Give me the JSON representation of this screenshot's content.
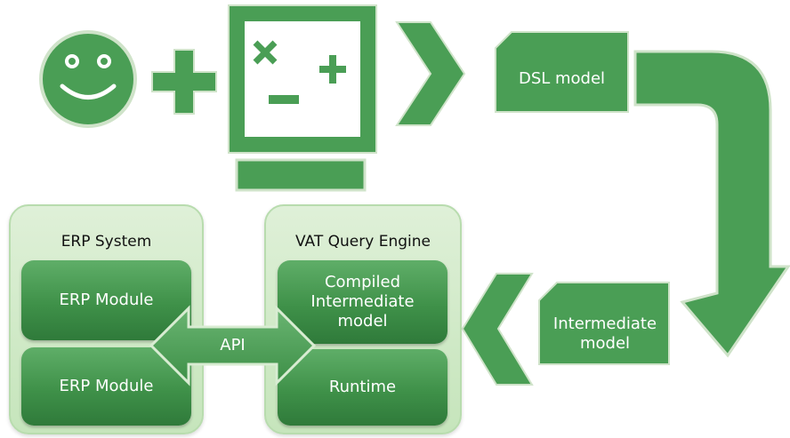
{
  "colors": {
    "primary_green": "#4a9e55",
    "dark_green": "#2f7a3a",
    "light_green_bg": "#d4ecc9"
  },
  "dsl_model": {
    "label": "DSL model"
  },
  "intermediate_model": {
    "label": "Intermediate model"
  },
  "erp_system": {
    "title": "ERP System",
    "modules": [
      "ERP Module",
      "ERP Module"
    ]
  },
  "vat_query_engine": {
    "title": "VAT Query Engine",
    "compiled_label": "Compiled Intermediate model",
    "runtime_label": "Runtime"
  },
  "api": {
    "label": "API"
  },
  "icons": [
    "smiley-icon",
    "plus-icon",
    "computer-monitor-icon",
    "chevron-right-icon",
    "curved-arrow-icon",
    "chevron-left-icon"
  ]
}
